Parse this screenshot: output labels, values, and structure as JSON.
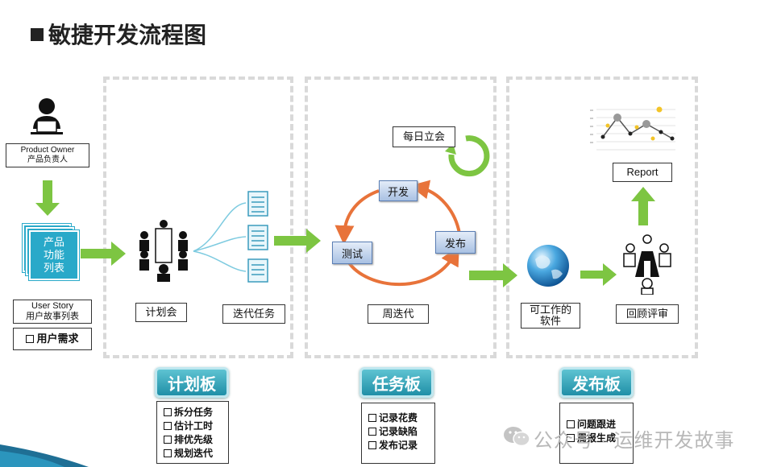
{
  "title": "敏捷开发流程图",
  "product_owner": {
    "line1": "Product Owner",
    "line2": "产品负责人"
  },
  "backlog": {
    "l1": "产品",
    "l2": "功能",
    "l3": "列表"
  },
  "user_story": {
    "line1": "User Story",
    "line2": "用户故事列表"
  },
  "user_needs": "用户需求",
  "planning_meeting": "计划会",
  "iteration_tasks": "迭代任务",
  "daily_standup": "每日立会",
  "cycle": {
    "develop": "开发",
    "test": "测试",
    "release": "发布"
  },
  "sprint": "周迭代",
  "working_software": {
    "line1": "可工作的",
    "line2": "软件"
  },
  "review": "回顾评审",
  "report": "Report",
  "boards": {
    "plan": {
      "label": "计划板",
      "items": [
        "拆分任务",
        "估计工时",
        "排优先级",
        "规划迭代"
      ]
    },
    "task": {
      "label": "任务板",
      "items": [
        "记录花费",
        "记录缺陷",
        "发布记录"
      ]
    },
    "release": {
      "label": "发布板",
      "items": [
        "问题跟进",
        "周报生成"
      ]
    }
  },
  "watermark": "公众号 · 运维开发故事",
  "colors": {
    "arrow_green": "#7dc542",
    "cycle_orange": "#e8733a",
    "board_teal": "#1f8fa7",
    "panel_border": "#d9d9d9"
  }
}
